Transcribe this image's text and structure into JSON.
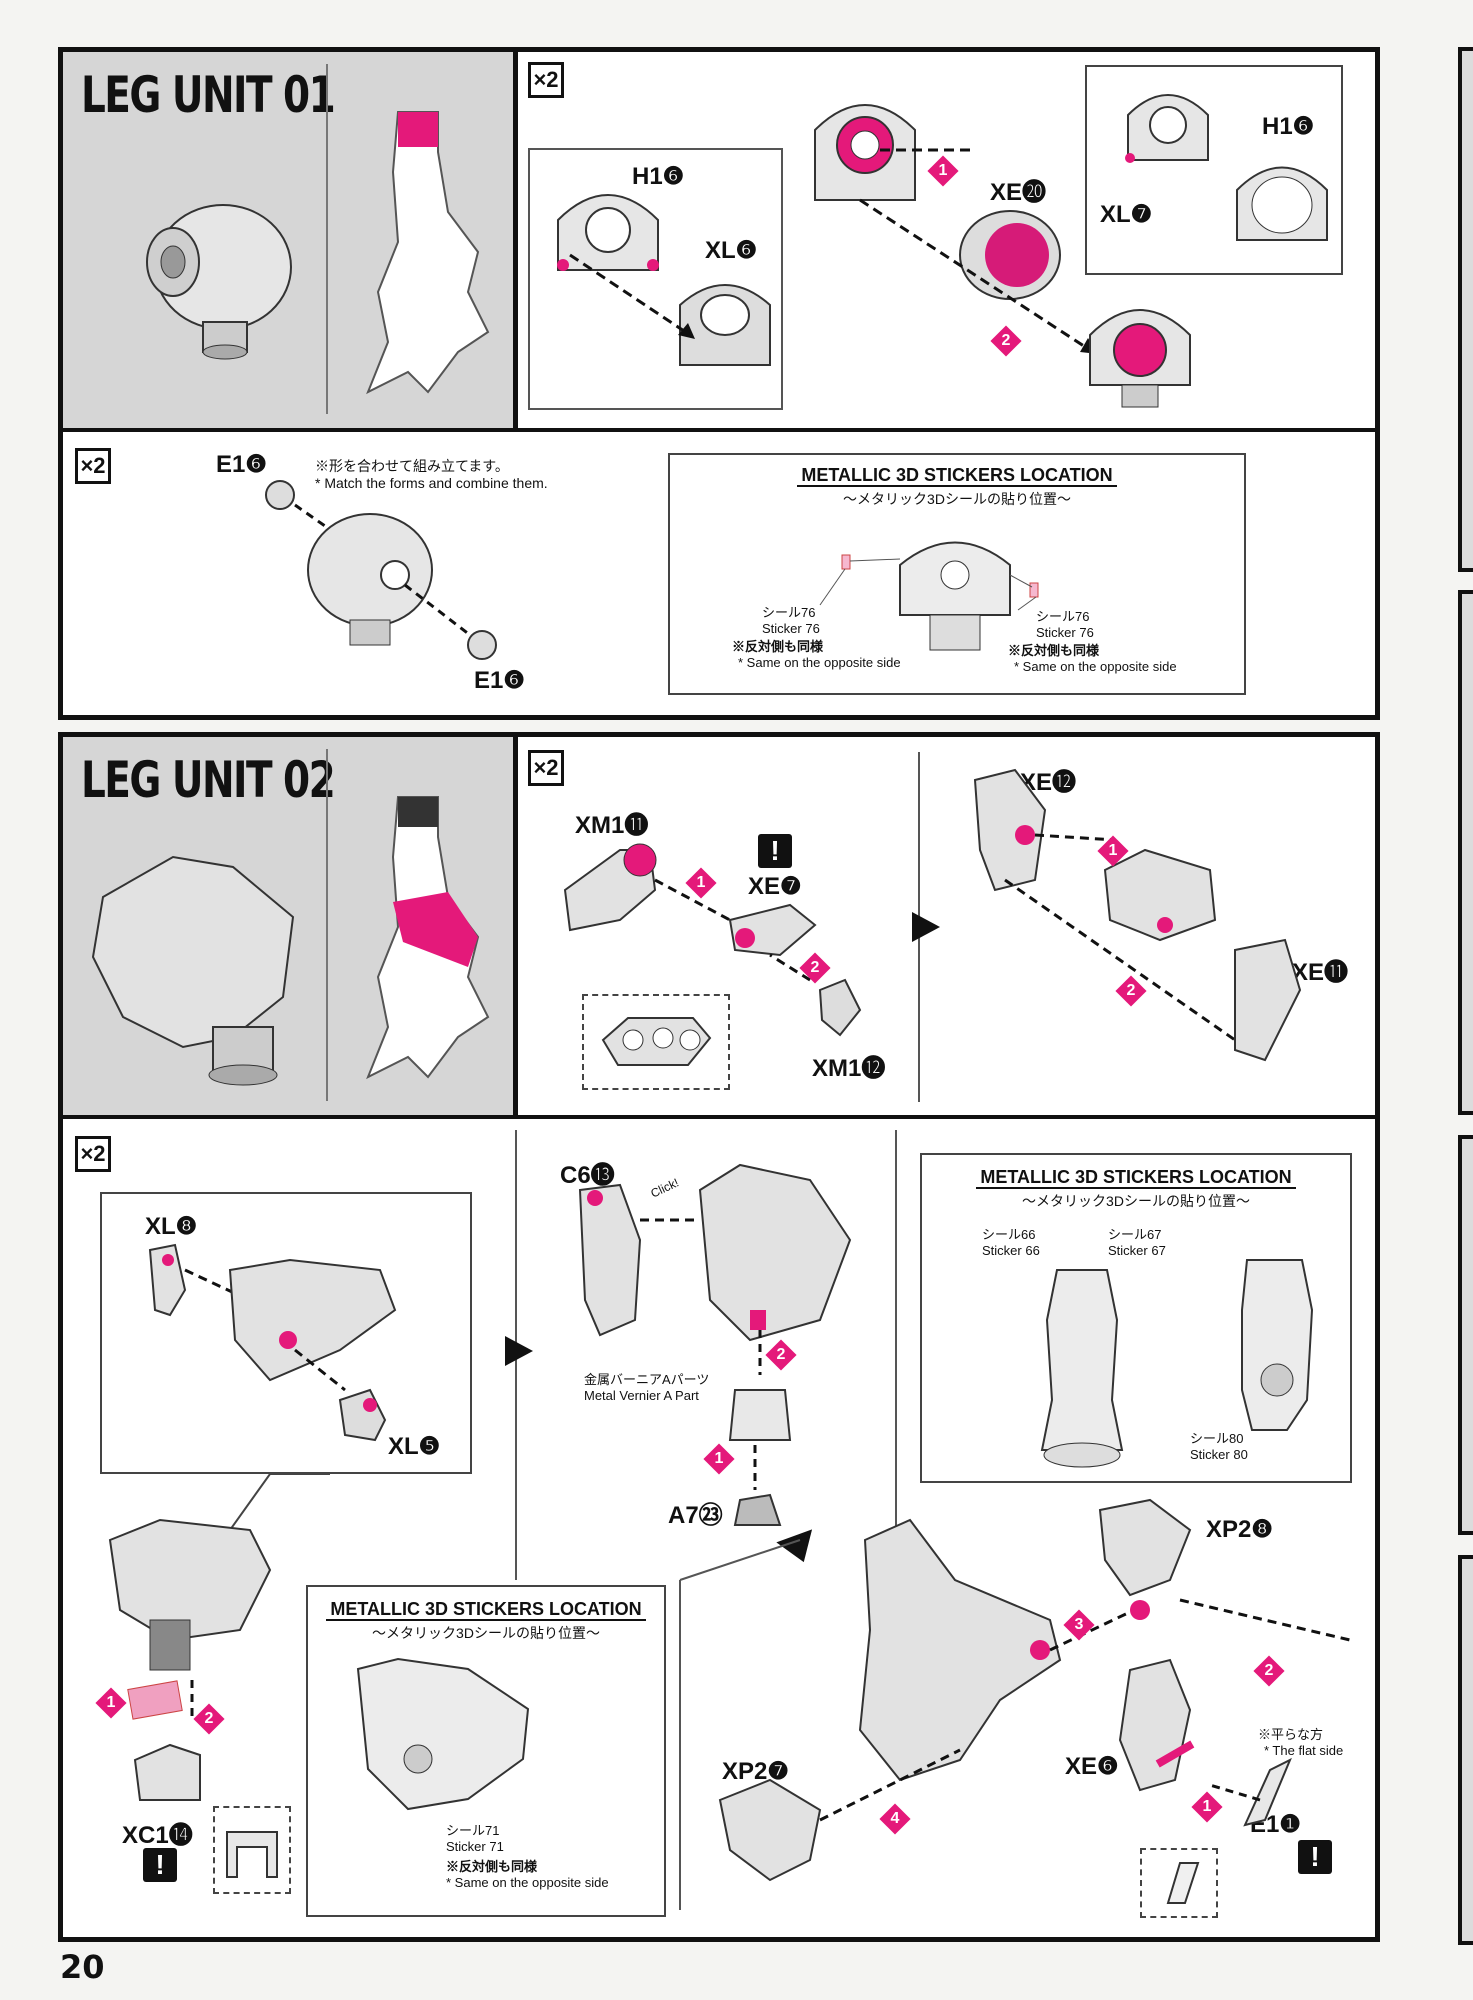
{
  "page_number": "20",
  "multiplier": "×2",
  "leg_unit_01": {
    "title": "LEG UNIT 01",
    "step1": {
      "parts": {
        "h1": "H1❻",
        "xl6": "XL❻",
        "xe20": "XE⓴",
        "h1_inset": "H1❻",
        "xl7": "XL❼"
      },
      "steps": [
        "1",
        "2"
      ]
    },
    "step2": {
      "e1_top": "E1❻",
      "e1_bottom": "E1❻",
      "note_jp": "※形を合わせて組み立てます。",
      "note_en": "* Match the forms and combine them."
    },
    "stickers": {
      "title": "METALLIC 3D STICKERS LOCATION",
      "subtitle": "～メタリック3Dシールの貼り位置～",
      "left": {
        "jp": "シール76",
        "en": "Sticker 76",
        "note_jp": "※反対側も同様",
        "note_en": "* Same on the opposite side"
      },
      "right": {
        "jp": "シール76",
        "en": "Sticker 76",
        "note_jp": "※反対側も同様",
        "note_en": "* Same on the opposite side"
      }
    }
  },
  "leg_unit_02": {
    "title": "LEG UNIT 02",
    "step1": {
      "parts": {
        "xm1_11": "XM1⓫",
        "xe7": "XE❼",
        "xm1_12": "XM1⓬",
        "xe12": "XE⓬",
        "xe11": "XE⓫"
      }
    },
    "step2": {
      "parts": {
        "xl8": "XL❽",
        "xl5": "XL❺",
        "xc1": "XC1⓮",
        "c6": "C6⓭",
        "a7": "A7㉓",
        "xp2_8": "XP2❽",
        "xp2_7": "XP2❼",
        "xe6": "XE❻",
        "e1": "E1❶"
      },
      "click": "Click!",
      "vernier_jp": "金属バーニアAパーツ",
      "vernier_en": "Metal Vernier A Part",
      "flat_jp": "※平らな方",
      "flat_en": "* The flat side"
    },
    "stickers_a": {
      "title": "METALLIC 3D STICKERS LOCATION",
      "subtitle": "～メタリック3Dシールの貼り位置～",
      "s66_jp": "シール66",
      "s66_en": "Sticker 66",
      "s67_jp": "シール67",
      "s67_en": "Sticker 67",
      "s80_jp": "シール80",
      "s80_en": "Sticker 80"
    },
    "stickers_b": {
      "title": "METALLIC 3D STICKERS LOCATION",
      "subtitle": "～メタリック3Dシールの貼り位置～",
      "s71_jp": "シール71",
      "s71_en": "Sticker 71",
      "note_jp": "※反対側も同様",
      "note_en": "* Same on the opposite side"
    }
  },
  "colors": {
    "accent": "#e4197a",
    "title_bg": "#d6d6d6",
    "frame": "#111111"
  }
}
